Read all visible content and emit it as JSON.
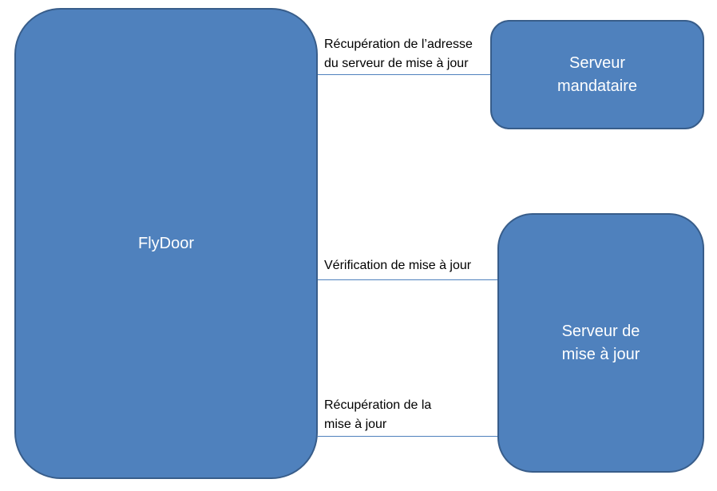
{
  "nodes": {
    "flydoor": {
      "label": "FlyDoor"
    },
    "proxy_server": {
      "lines": [
        "Serveur",
        "mandataire"
      ]
    },
    "update_server": {
      "lines": [
        "Serveur de",
        "mise à jour"
      ]
    }
  },
  "edges": [
    {
      "label_lines": [
        "Récupération de l’adresse",
        "du serveur de mise à jour"
      ]
    },
    {
      "label_lines": [
        "Vérification de mise à jour"
      ]
    },
    {
      "label_lines": [
        "Récupération de la",
        "mise à jour"
      ]
    }
  ],
  "colors": {
    "node_fill": "#4f81bd",
    "node_border": "#385d8a",
    "connector": "#4f81bd",
    "node_text": "#ffffff"
  }
}
